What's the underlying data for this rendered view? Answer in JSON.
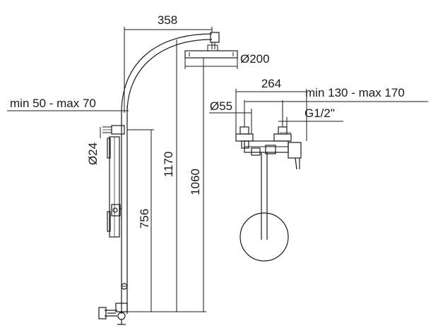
{
  "dimensions": {
    "arm_reach": "358",
    "head_diameter": "Ø200",
    "wall_offset": "min 50 - max 70",
    "pipe_diameter": "Ø24",
    "slide_bar_height": "756",
    "total_height": "1170",
    "head_height": "1060",
    "mixer_width": "264",
    "centers_range": "min 130 - max 170",
    "connector_diameter": "Ø55",
    "thread": "G1/2\""
  },
  "colors": {
    "line": "#1a1a1a",
    "background": "#ffffff"
  }
}
